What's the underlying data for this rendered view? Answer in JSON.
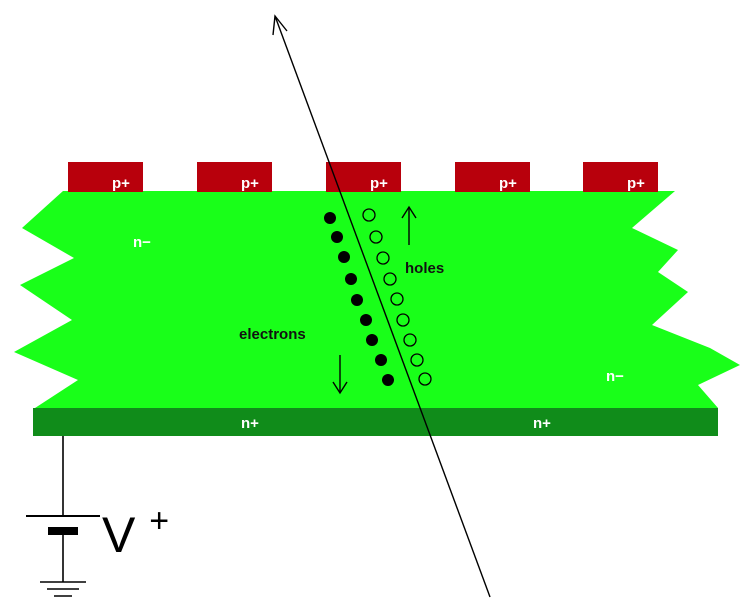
{
  "labels": {
    "p_plus": "p+",
    "n_minus": "n−",
    "n_plus": "n+",
    "holes": "holes",
    "electrons": "electrons",
    "voltage": "V",
    "voltage_sup": "+"
  },
  "colors": {
    "bulk": "#19ff19",
    "backplane": "#108c1a",
    "strips": "#b8000c",
    "carriers": "#000000"
  },
  "strips_count": 5,
  "electron_count": 9,
  "hole_count": 9
}
